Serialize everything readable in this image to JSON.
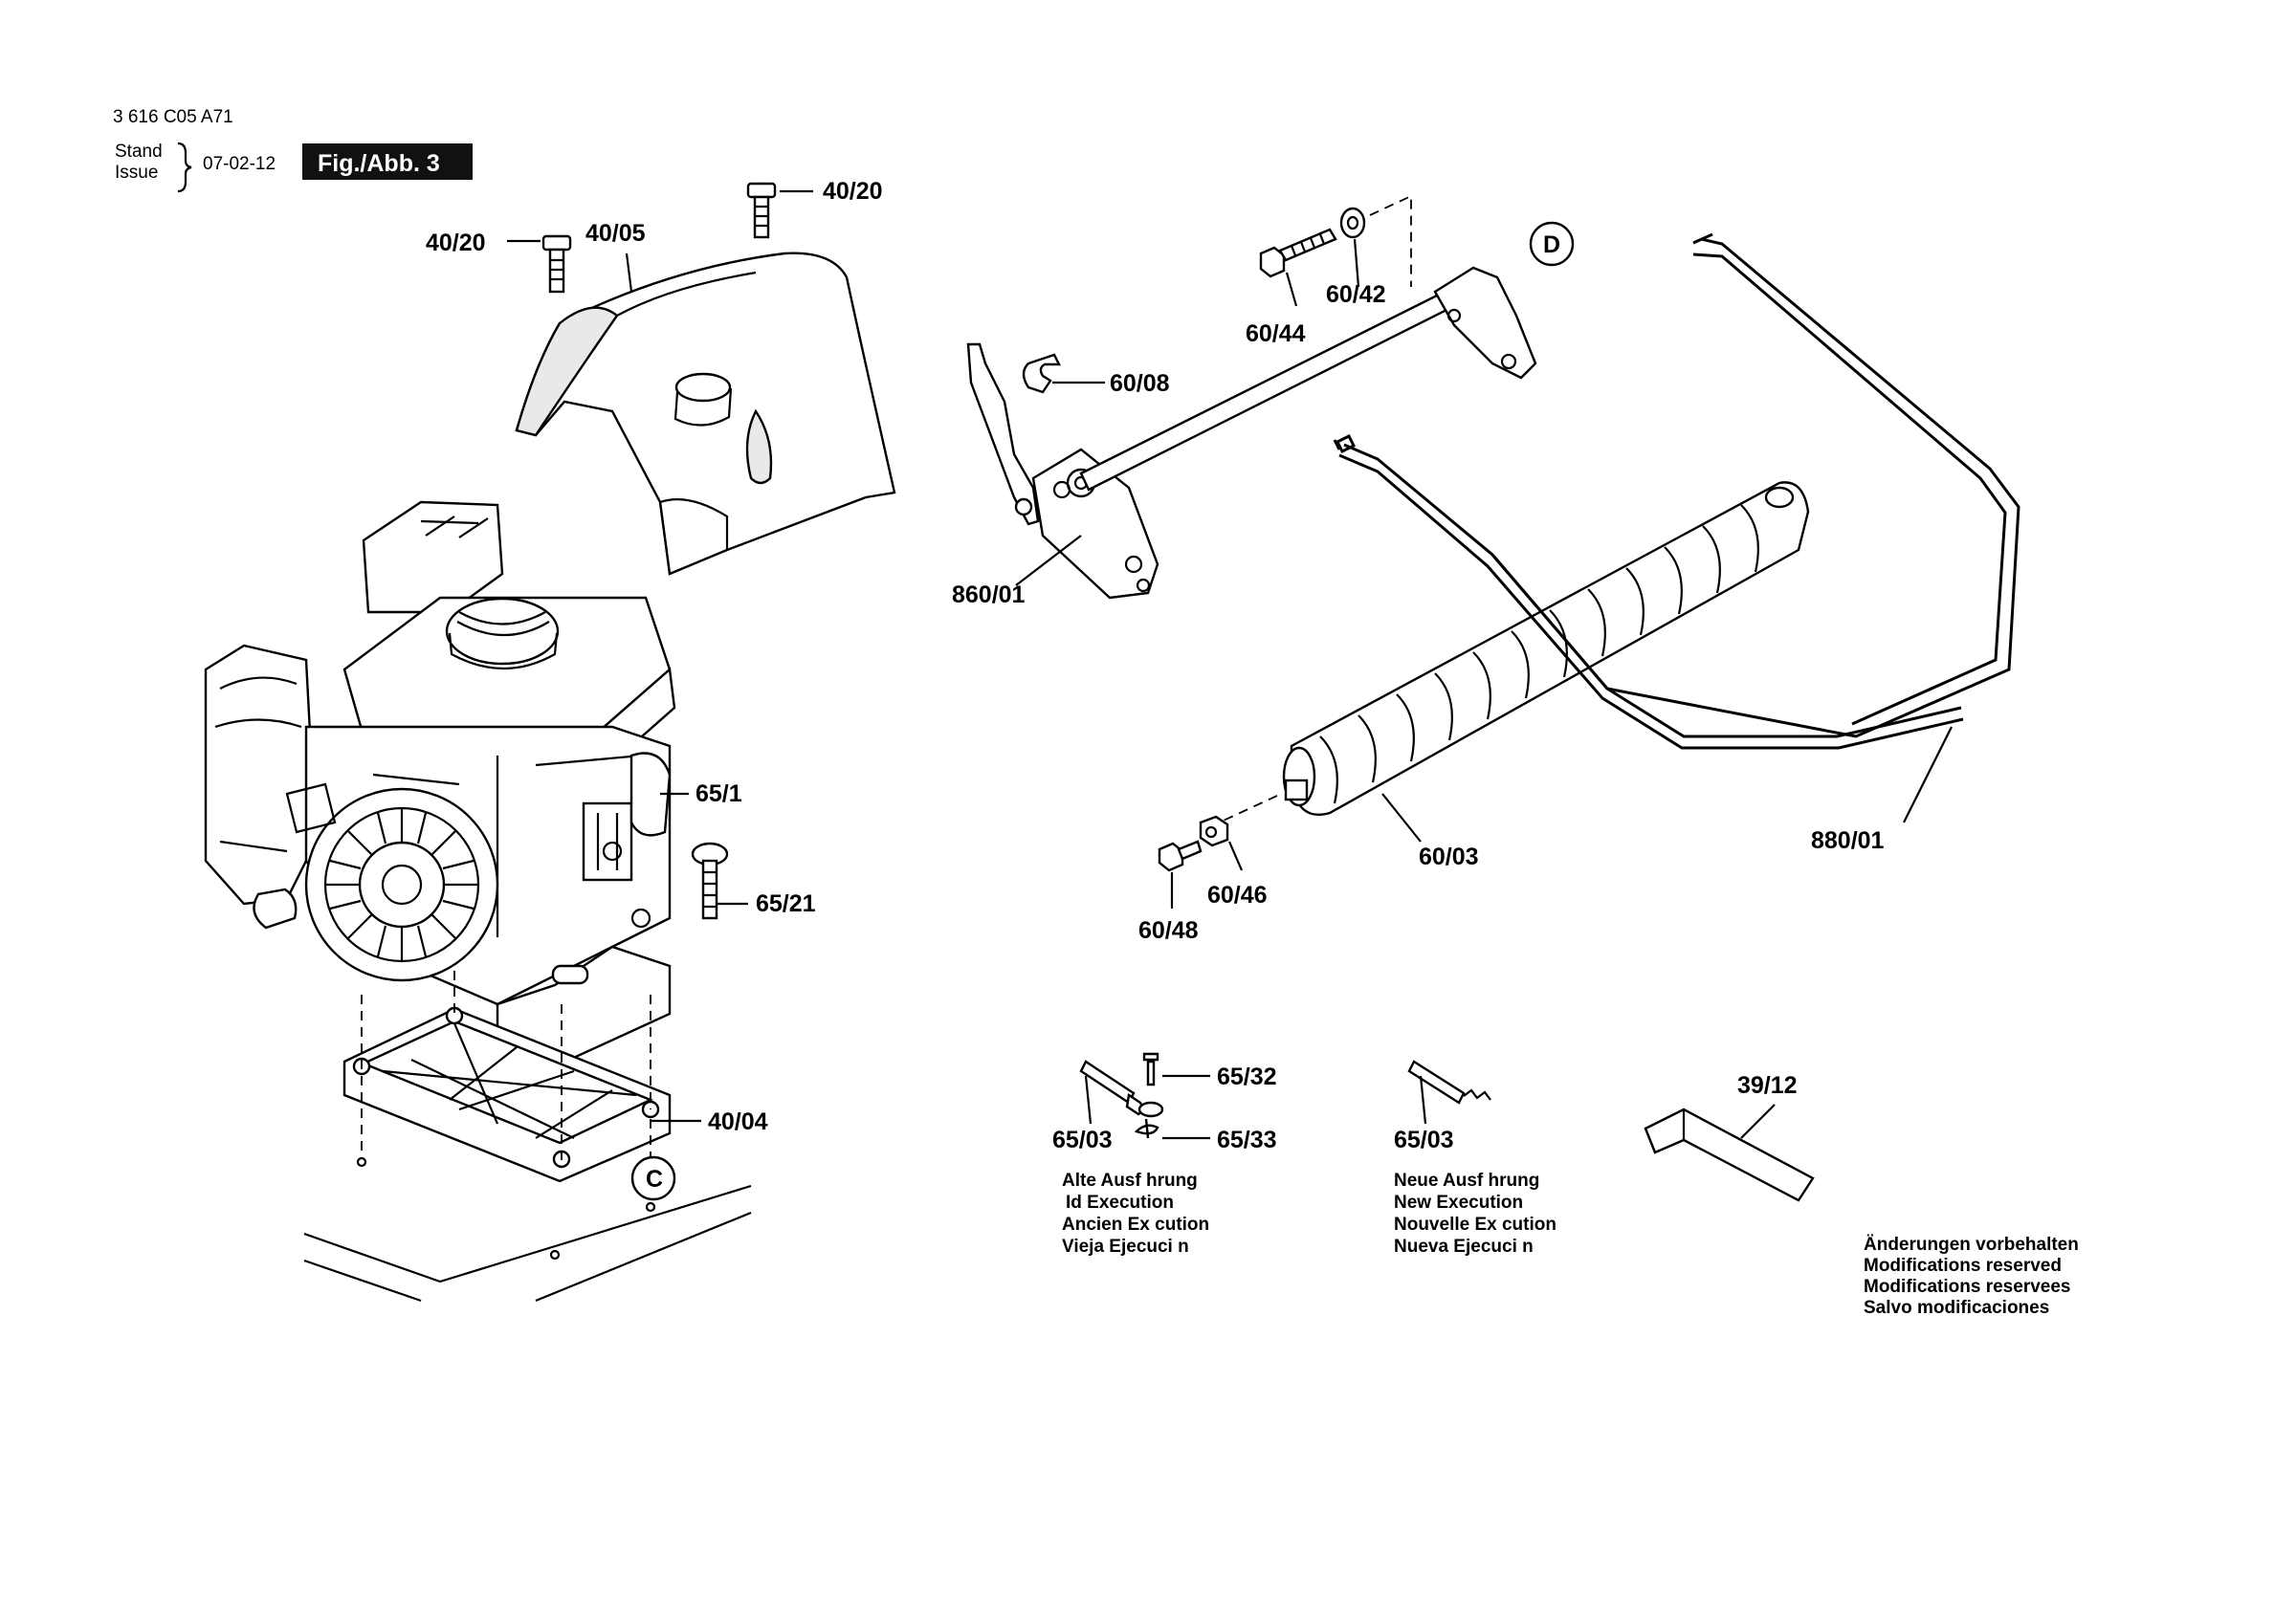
{
  "header": {
    "doc_number": "3 616 C05 A71",
    "stand_label": "Stand",
    "issue_label": "Issue",
    "date": "07-02-12",
    "figure_label": "Fig./Abb. 3"
  },
  "part_labels": {
    "p40_20_a": "40/20",
    "p40_20_b": "40/20",
    "p40_05": "40/05",
    "p60_44": "60/44",
    "p60_42": "60/42",
    "p60_08": "60/08",
    "p860_01": "860/01",
    "p65_1": "65/1",
    "p65_21": "65/21",
    "p40_04": "40/04",
    "p60_03": "60/03",
    "p60_46": "60/46",
    "p60_48": "60/48",
    "p880_01": "880/01",
    "p65_32": "65/32",
    "p65_03_a": "65/03",
    "p65_33": "65/33",
    "p65_03_b": "65/03",
    "p39_12": "39/12"
  },
  "callouts": {
    "c": "C",
    "d": "D"
  },
  "old_execution": {
    "lines": [
      "Alte Ausf hrung",
      "Id Execution",
      "Ancien Ex cution",
      "Vieja Ejecuci n"
    ]
  },
  "new_execution": {
    "lines": [
      "Neue Ausf hrung",
      "New Execution",
      "Nouvelle Ex cution",
      "Nueva Ejecuci n"
    ]
  },
  "disclaimer": {
    "lines": [
      "Änderungen vorbehalten",
      "Modifications reserved",
      "Modifications reservees",
      "Salvo modificaciones"
    ]
  }
}
